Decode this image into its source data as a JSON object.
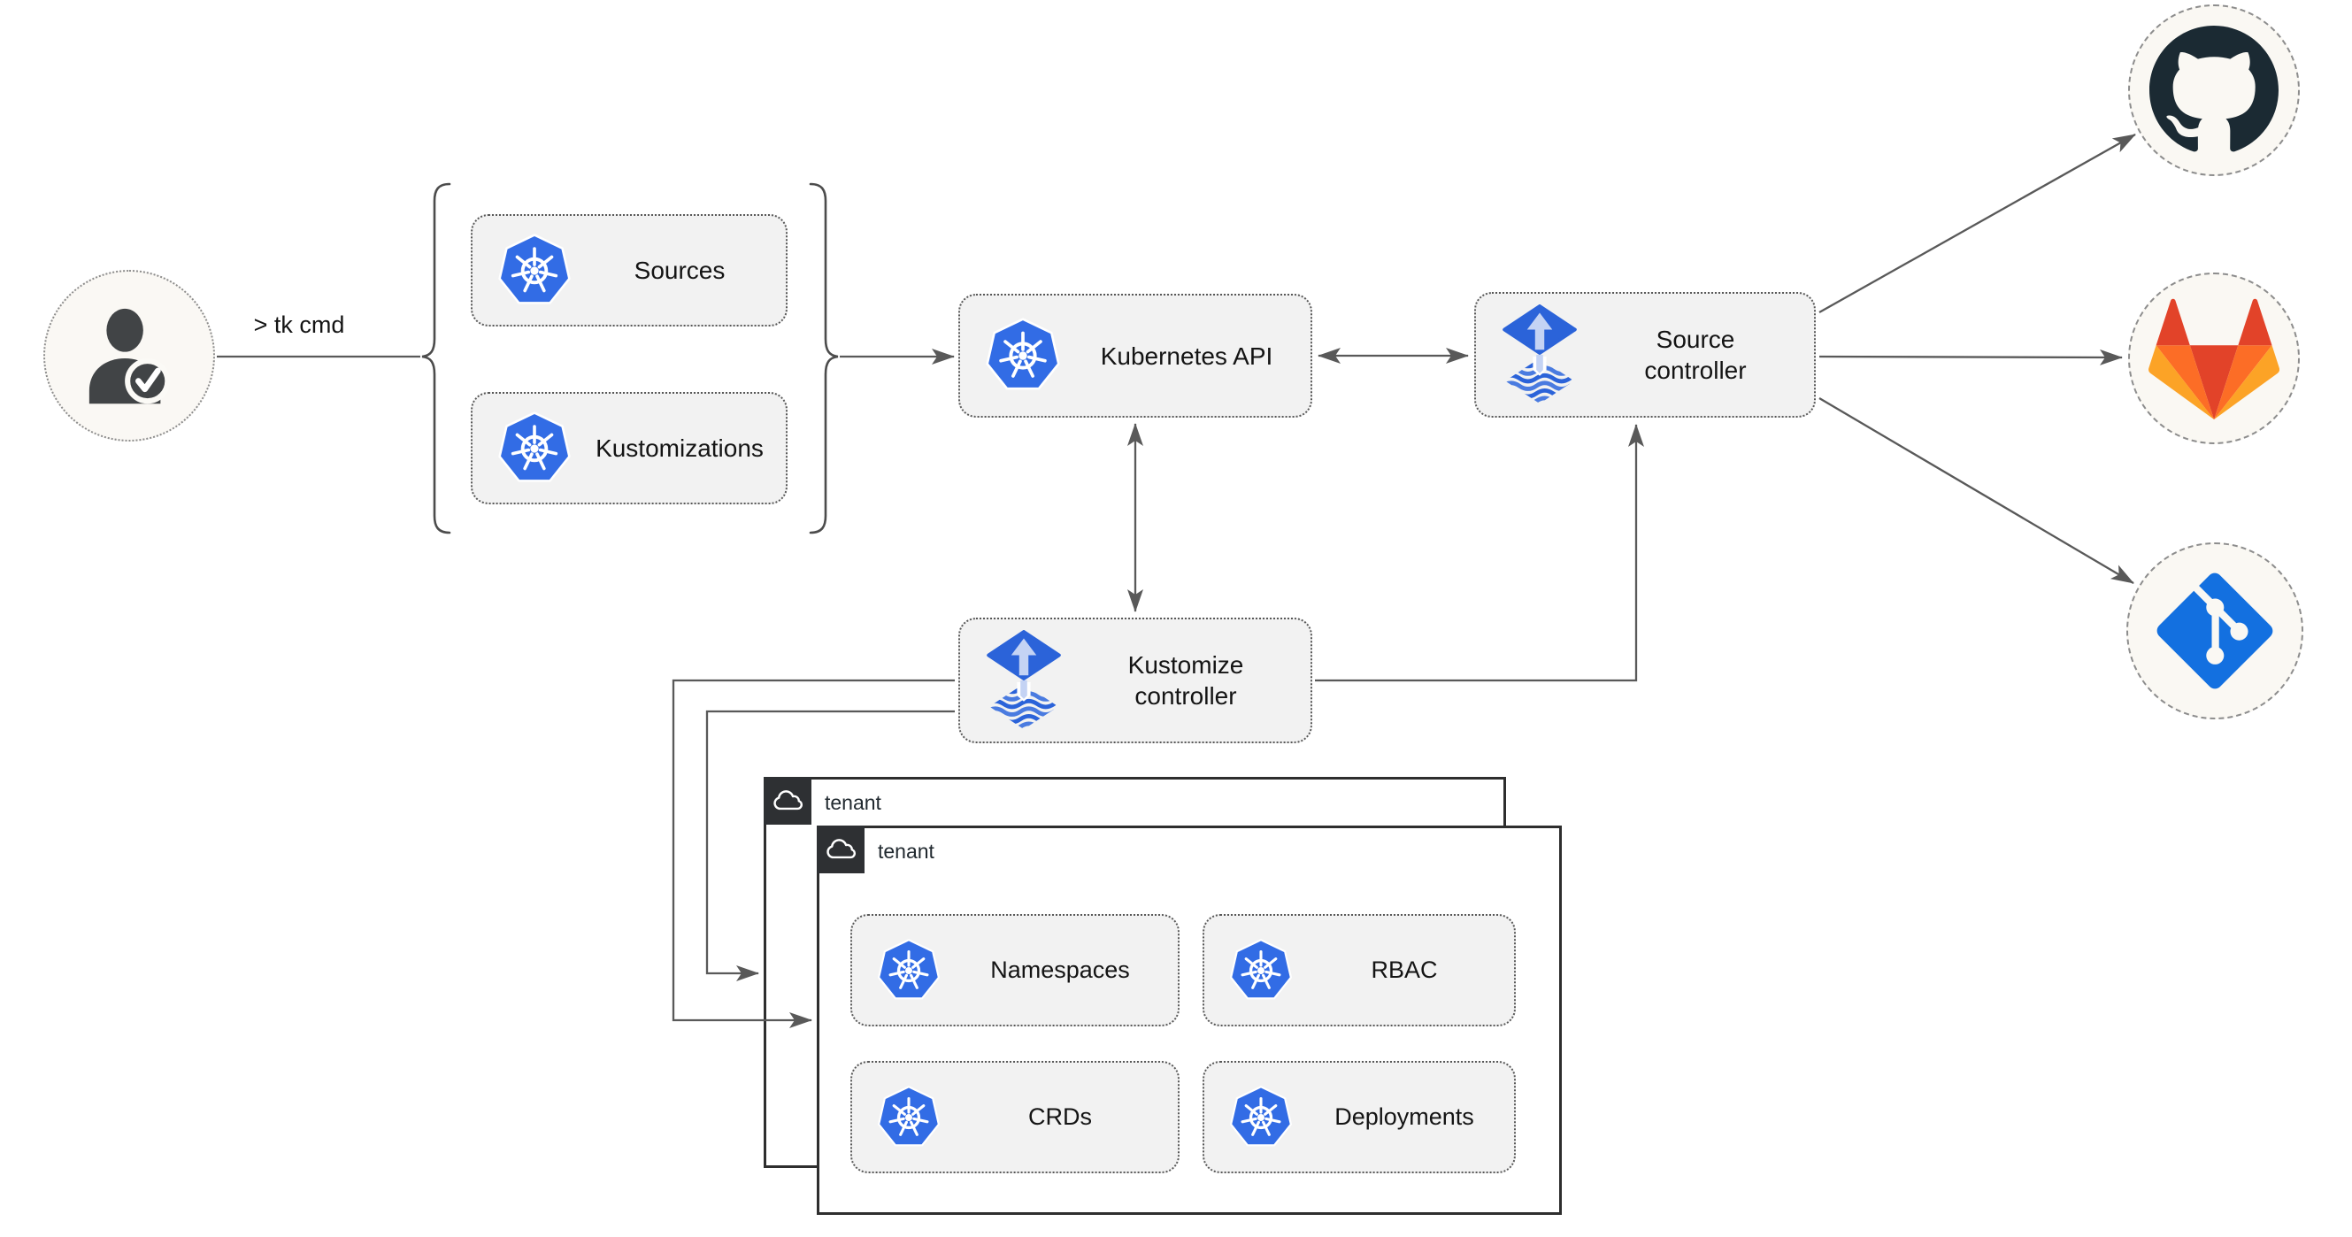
{
  "diagram": {
    "actor": {
      "icon": "user-check-icon"
    },
    "cli_command": "> tk cmd",
    "nodes": {
      "sources": {
        "label": "Sources",
        "icon": "kubernetes-icon"
      },
      "kustomizations": {
        "label": "Kustomizations",
        "icon": "kubernetes-icon"
      },
      "kubernetes_api": {
        "label": "Kubernetes API",
        "icon": "kubernetes-icon"
      },
      "source_controller": {
        "label": "Source controller",
        "icon": "flux-icon"
      },
      "kustomize_controller": {
        "label": "Kustomize controller",
        "icon": "flux-icon"
      },
      "namespaces": {
        "label": "Namespaces",
        "icon": "kubernetes-icon"
      },
      "rbac": {
        "label": "RBAC",
        "icon": "kubernetes-icon"
      },
      "crds": {
        "label": "CRDs",
        "icon": "kubernetes-icon"
      },
      "deployments": {
        "label": "Deployments",
        "icon": "kubernetes-icon"
      }
    },
    "tenants": [
      {
        "label": "tenant",
        "icon": "cloud-icon"
      },
      {
        "label": "tenant",
        "icon": "cloud-icon"
      }
    ],
    "git_providers": [
      {
        "icon": "github-icon"
      },
      {
        "icon": "gitlab-icon"
      },
      {
        "icon": "git-icon"
      }
    ],
    "colors": {
      "kubernetes_blue": "#326ce5",
      "flux_blue": "#2b63d9",
      "flux_arrow_light": "#c4d3f4",
      "github_dark": "#1b2a33",
      "gitlab_red": "#e24329",
      "gitlab_orange": "#fc6d26",
      "gitlab_amber": "#fca326",
      "git_blue": "#1370e0",
      "connector_gray": "#595959",
      "node_fill": "#f2f2f2",
      "node_border": "#585858",
      "tenant_border": "#2e2e2e",
      "circle_fill": "#faf8f3",
      "person_dark": "#414446"
    }
  }
}
